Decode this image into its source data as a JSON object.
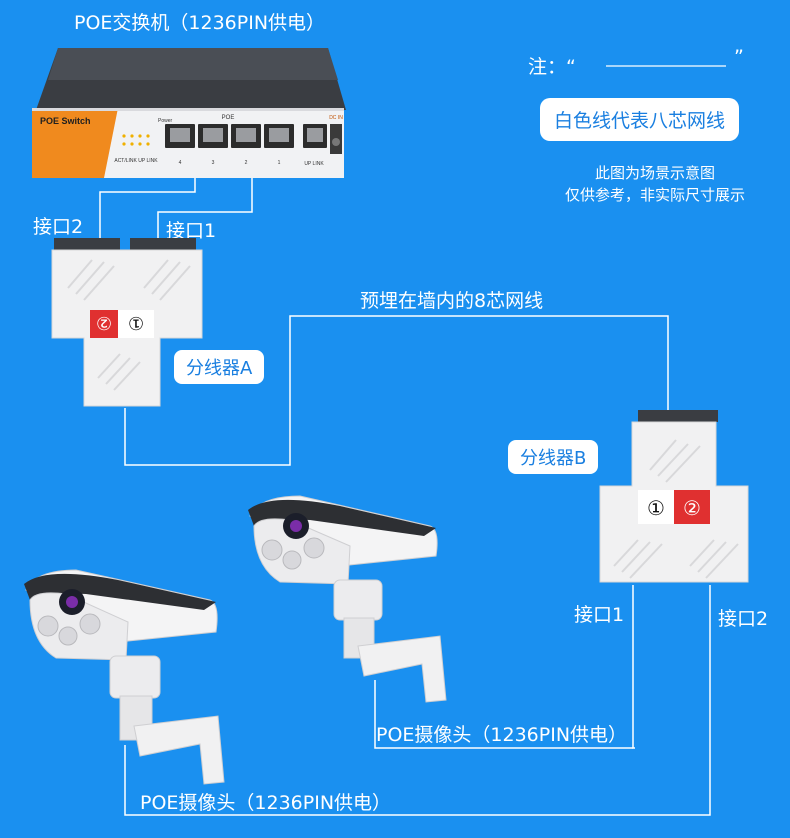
{
  "switch": {
    "title": "POE交换机（1236PIN供电）",
    "brand": "POE Switch",
    "poe_label": "POE",
    "power_label": "Power",
    "uplink_label": "UP LINK",
    "dcin_label": "DC IN",
    "ports": [
      "4",
      "3",
      "2",
      "1"
    ],
    "led_labels": "ACT/LINK  UP LINK"
  },
  "note": {
    "prefix": "注：“",
    "suffix": "”",
    "box_text": "白色线代表八芯网线",
    "line1": "此图为场景示意图",
    "line2": "仅供参考，非实际尺寸展示"
  },
  "splitter_a": {
    "label": "分线器A",
    "port2": "接口2",
    "port1": "接口1",
    "badge_red": "②",
    "badge_white": "①"
  },
  "splitter_b": {
    "label": "分线器B",
    "port1": "接口1",
    "port2": "接口2",
    "badge_white": "①",
    "badge_red": "②"
  },
  "wall_cable": "预埋在墙内的8芯网线",
  "camera_1": {
    "label": "POE摄像头（1236PIN供电）"
  },
  "camera_2": {
    "label": "POE摄像头（1236PIN供电）"
  },
  "colors": {
    "background": "#1a90f0",
    "cable": "#ffffff",
    "switch_accent": "#f08a1e",
    "badge_red": "#e03030"
  }
}
